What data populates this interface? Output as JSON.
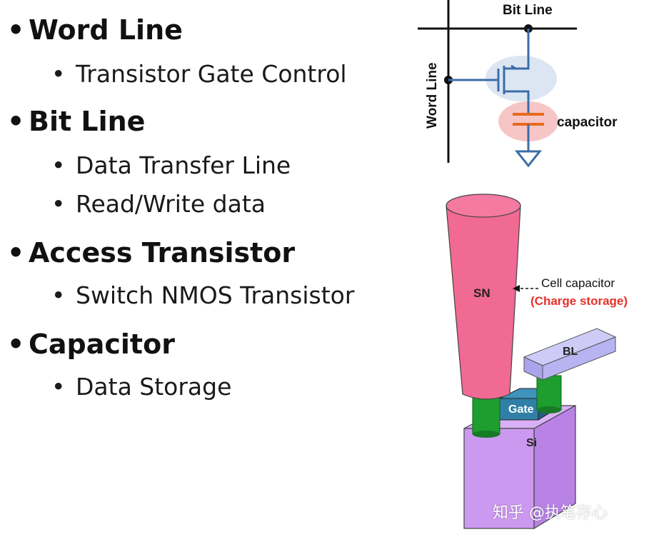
{
  "bullets": [
    {
      "title": "Word Line",
      "subs": [
        "Transistor Gate Control"
      ]
    },
    {
      "title": "Bit Line",
      "subs": [
        "Data Transfer Line",
        "Read/Write data"
      ]
    },
    {
      "title": "Access Transistor",
      "subs": [
        "Switch NMOS Transistor"
      ]
    },
    {
      "title": "Capacitor",
      "subs": [
        "Data Storage"
      ]
    }
  ],
  "circuit": {
    "bit_line_label": "Bit Line",
    "word_line_label": "Word Line",
    "capacitor_label": "capacitor"
  },
  "structure": {
    "sn_label": "SN",
    "cell_capacitor_label": "Cell capacitor",
    "charge_storage_label": "(Charge storage)",
    "bl_label": "BL",
    "gate_label": "Gate",
    "si_label": "Si"
  },
  "watermark": "知乎 @执笔存心",
  "colors": {
    "sn": "#f06a93",
    "plug": "#1e9e2e",
    "si": "#cc99f0",
    "bl": "#b8b4f2",
    "gate": "#2f7fa6",
    "charge_storage": "#e8312a",
    "transistor_highlight": "#dce6f3",
    "capacitor_highlight": "#f6c6c6"
  }
}
